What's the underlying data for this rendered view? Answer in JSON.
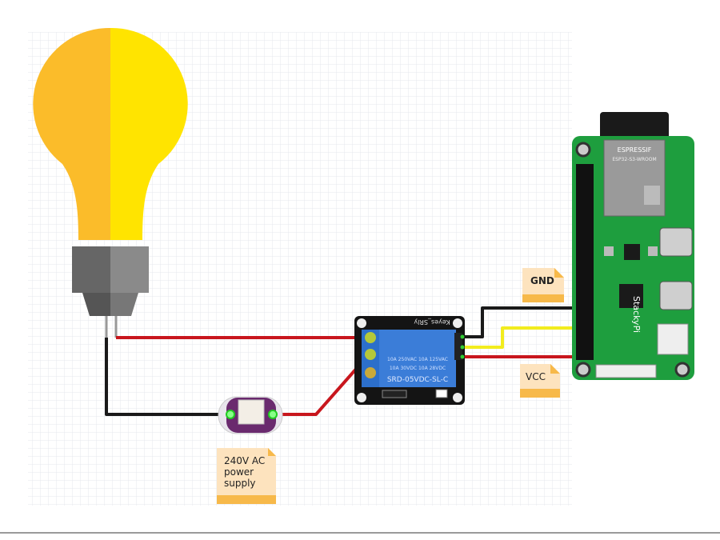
{
  "labels": {
    "gnd": "GND",
    "vcc": "VCC",
    "power_supply": [
      "240V AC",
      "power",
      "supply"
    ]
  },
  "relay": {
    "brand": "Keyes_SRly",
    "rating_ac": "10A 250VAC  10A 125VAC",
    "rating_dc": "10A  30VDC  10A  28VDC",
    "model": "SRD-05VDC-SL-C"
  },
  "board": {
    "module_brand": "ESPRESSIF",
    "module_model": "ESP32-S3-WROOM",
    "board_name": "StackyPi"
  },
  "colors": {
    "bulb_left": "#FBBC2A",
    "bulb_right": "#FFE400",
    "wire_red": "#C8161D",
    "wire_black": "#1A1A1A",
    "wire_yellow": "#F2EC1E",
    "relay_blue": "#3B7DD8",
    "board_green": "#1E9E3E",
    "note_fill": "#FDE3BE",
    "note_band": "#F7B94A"
  }
}
